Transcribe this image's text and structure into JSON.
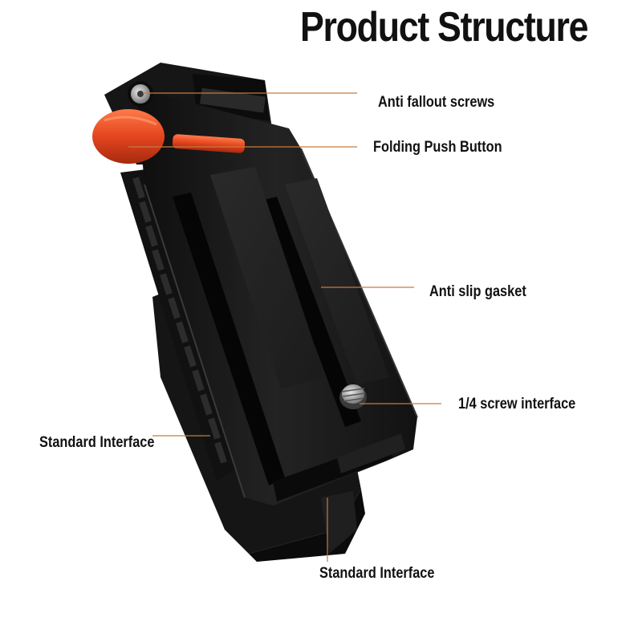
{
  "title": "Product Structure",
  "callouts": {
    "anti_fallout": "Anti fallout screws",
    "folding_push": "Folding Push Button",
    "anti_slip": "Anti slip gasket",
    "screw_interface": "1/4 screw interface",
    "standard_left": "Standard Interface",
    "standard_bottom": "Standard Interface"
  },
  "colors": {
    "leader_line": "#c87a3e",
    "button": "#e5451e",
    "body": "#1a1a1a"
  }
}
